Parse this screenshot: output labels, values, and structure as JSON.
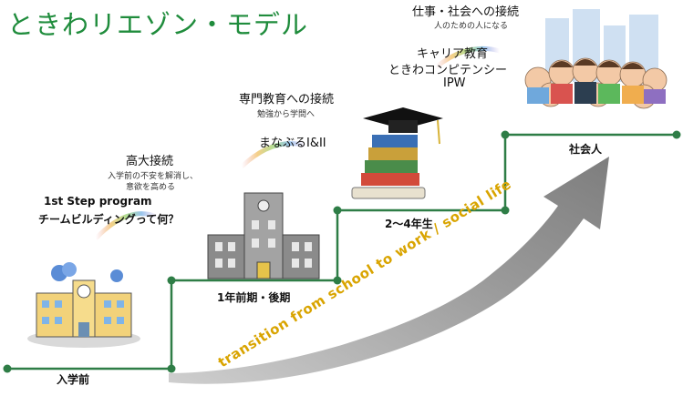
{
  "title": "ときわリエゾン・モデル",
  "colors": {
    "title": "#1f8c3c",
    "line": "#2e7d46",
    "arrow": "#8a8a8a",
    "arrow_text": "#d9a400"
  },
  "stages": {
    "s1": {
      "label": "入学前",
      "note_title": "1st Step program",
      "note_sub": "チームビルディングって何？"
    },
    "s2": {
      "label": "1年前期・後期",
      "head": "高大接続",
      "sub1": "入学前の不安を解消し、",
      "sub2": "意欲を高める"
    },
    "s3": {
      "label": "2〜4年生",
      "head": "専門教育への接続",
      "sub": "勉強から学問へ",
      "program": "まなぶるI&II"
    },
    "s4": {
      "label": "社会人",
      "head": "仕事・社会への接続",
      "sub": "人のための人になる",
      "prog1": "キャリア教育",
      "prog2": "ときわコンピテンシー",
      "prog3": "IPW"
    }
  },
  "arrow_text": "transition from school to work / social life"
}
